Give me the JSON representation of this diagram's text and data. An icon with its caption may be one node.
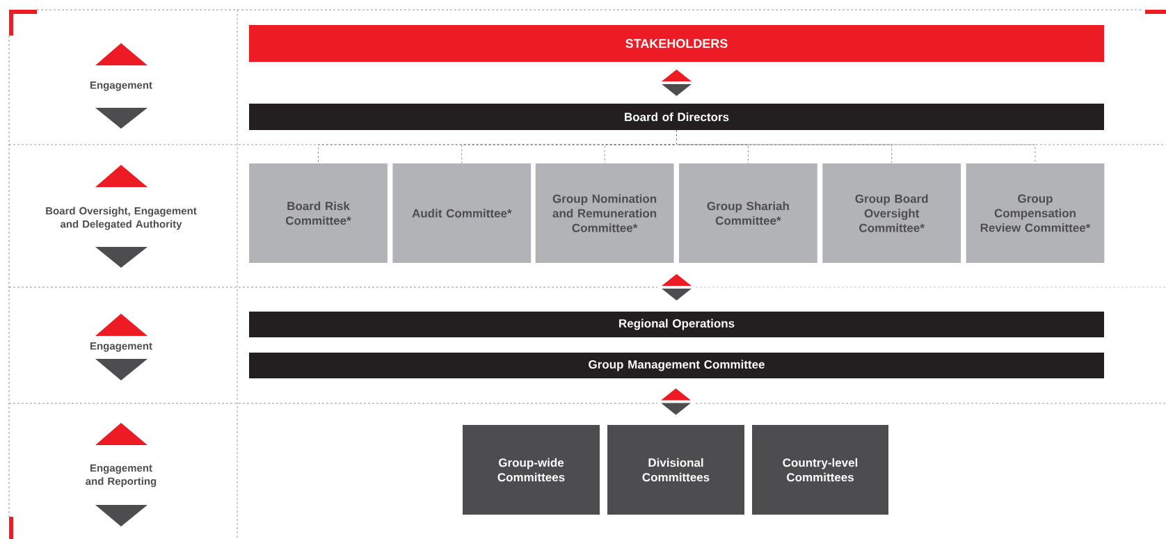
{
  "diagram": {
    "nodes": [
      {
        "text": [
          "STAKEHOLDERS"
        ]
      },
      {
        "text": [
          "Board of Directors"
        ]
      },
      {
        "text": [
          "Board Risk Committee*"
        ]
      },
      {
        "text": [
          "Audit Committee*"
        ]
      },
      {
        "text": [
          "Group Nomination and Remuneration Committee*"
        ]
      },
      {
        "text": [
          "Group Shariah Committee*"
        ]
      },
      {
        "text": [
          "Group Board Oversight Committee*"
        ]
      },
      {
        "text": [
          "Group Compensation Review Committee*"
        ]
      },
      {
        "text": [
          "Regional Operations"
        ]
      },
      {
        "text": [
          "Group Management Committee"
        ]
      },
      {
        "text": [
          "Group-wide Committees"
        ]
      },
      {
        "text": [
          "Divisional Committees"
        ]
      },
      {
        "text": [
          "Country-level Committees"
        ]
      }
    ],
    "edges": [
      {
        "from": 0,
        "to": 1,
        "arrow": "both",
        "color": "#4d4d4f"
      },
      {
        "from": 1,
        "to": 2,
        "arrow": "none",
        "style": "dashed"
      },
      {
        "from": 1,
        "to": 3,
        "arrow": "none",
        "style": "dashed"
      },
      {
        "from": 1,
        "to": 4,
        "arrow": "none",
        "style": "dashed"
      },
      {
        "from": 1,
        "to": 5,
        "arrow": "none",
        "style": "dashed"
      },
      {
        "from": 1,
        "to": 6,
        "arrow": "none",
        "style": "dashed"
      },
      {
        "from": 1,
        "to": 7,
        "arrow": "none",
        "style": "dashed"
      },
      {
        "from": 4,
        "to": 8,
        "arrow": "both",
        "color": "#4d4d4f"
      },
      {
        "from": 9,
        "to": 11,
        "arrow": "both",
        "color": "#4d4d4f"
      }
    ],
    "labels": [
      "Engagement",
      "Board Oversight, Engagement and Delegated Authority",
      "Engagement",
      "Engagement and Reporting"
    ]
  }
}
